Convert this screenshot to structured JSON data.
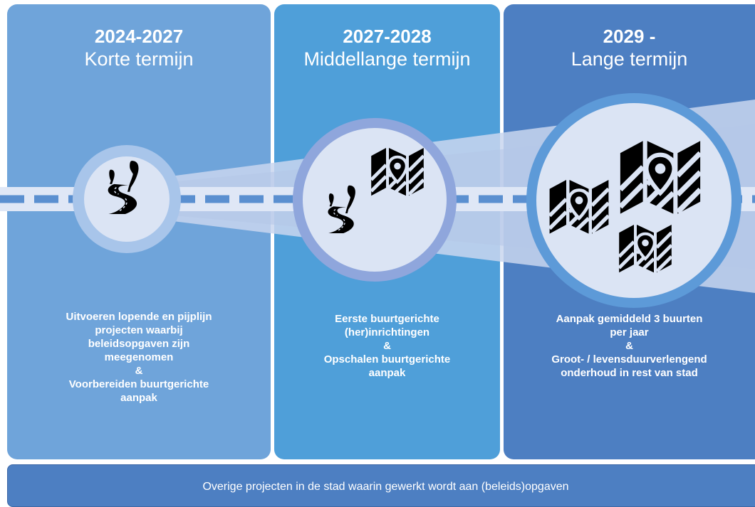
{
  "phases": [
    {
      "years": "2024-2027",
      "term": "Korte termijn",
      "description": [
        "Uitvoeren lopende en pijplijn",
        "projecten waarbij",
        "beleidsopgaven zijn",
        "meegenomen",
        "&",
        "Voorbereiden buurtgerichte",
        "aanpak"
      ],
      "icon": "winding-road-icon"
    },
    {
      "years": "2027-2028",
      "term": "Middellange termijn",
      "description": [
        "Eerste buurtgerichte",
        "(her)inrichtingen",
        "&",
        "Opschalen buurtgerichte",
        "aanpak"
      ],
      "icons": [
        "winding-road-icon",
        "map-pin-icon"
      ]
    },
    {
      "years": "2029 -",
      "term": "Lange termijn",
      "description": [
        "Aanpak gemiddeld 3 buurten",
        "per jaar",
        "&",
        "Groot- / levensduurverlengend",
        "onderhoud in rest van stad"
      ],
      "icons": [
        "map-pin-icon",
        "map-pin-icon",
        "map-pin-icon"
      ]
    }
  ],
  "bottom_bar": {
    "text": "Overige projecten in de stad waarin gewerkt wordt aan (beleids)opgaven"
  },
  "colors": {
    "panel_1": "#6fa4da",
    "panel_2": "#4f9fd9",
    "panel_3": "#4d7fc2",
    "circle_fill": "#dbe4f4",
    "icon": "#000000",
    "beam": "#c9d6ee"
  }
}
